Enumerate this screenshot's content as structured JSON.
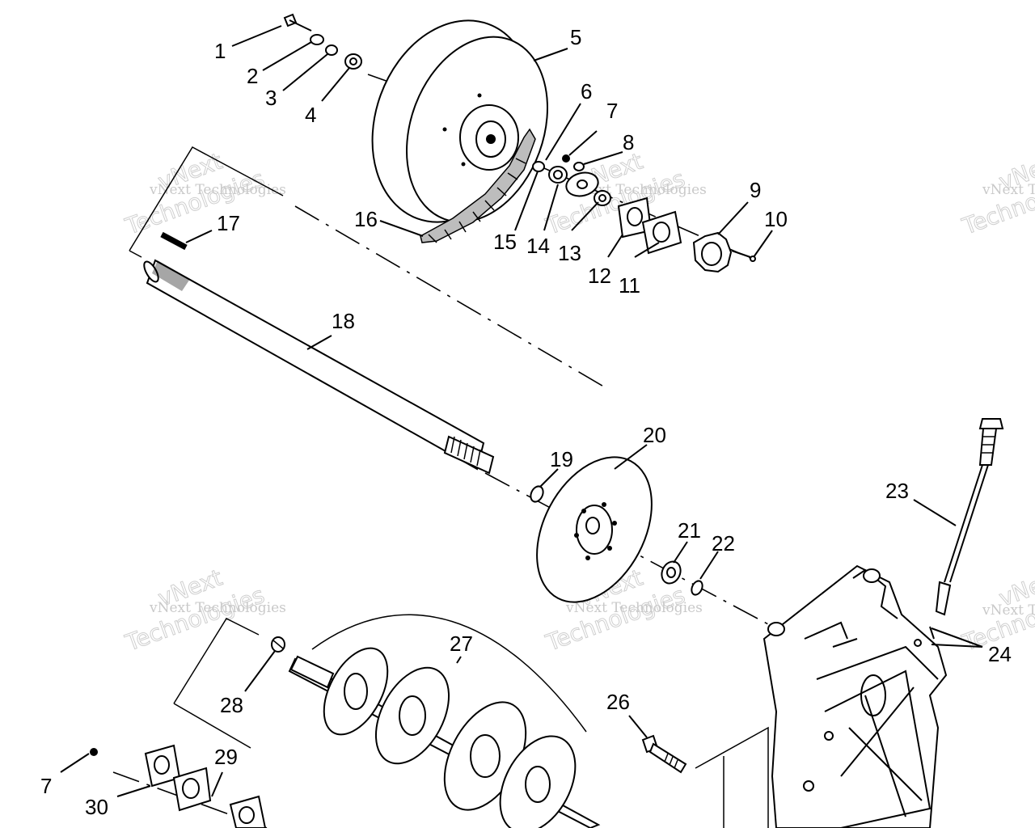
{
  "callouts": {
    "c1": "1",
    "c2": "2",
    "c3": "3",
    "c4": "4",
    "c5": "5",
    "c6": "6",
    "c7": "7",
    "c8": "8",
    "c9": "9",
    "c10": "10",
    "c11": "11",
    "c12": "12",
    "c13": "13",
    "c14": "14",
    "c15": "15",
    "c16": "16",
    "c17": "17",
    "c18": "18",
    "c19": "19",
    "c20": "20",
    "c21": "21",
    "c22": "22",
    "c23": "23",
    "c24": "24",
    "c26": "26",
    "c27": "27",
    "c28": "28",
    "c29": "29",
    "c30": "30",
    "c7b": "7"
  },
  "watermark": {
    "company": "vNext Technologies",
    "big_line1": "vNext",
    "big_line2": "Technologies"
  }
}
